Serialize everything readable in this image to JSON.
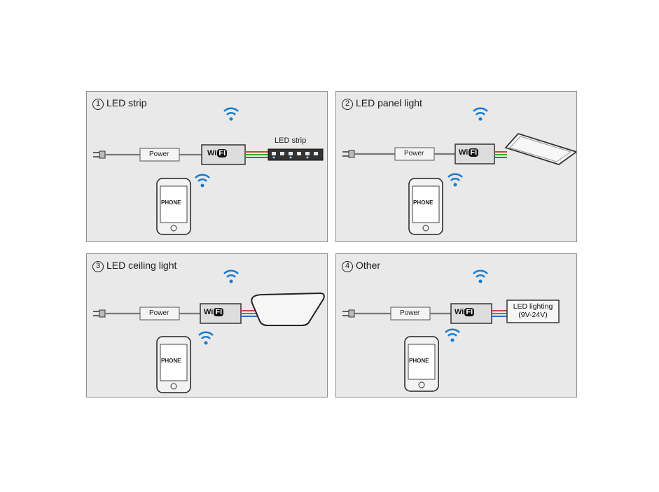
{
  "panels": [
    {
      "number": "1",
      "title": "LED strip",
      "target_label": "LED strip"
    },
    {
      "number": "2",
      "title": "LED panel light"
    },
    {
      "number": "3",
      "title": "LED ceiling light"
    },
    {
      "number": "4",
      "title": "Other",
      "target_lines": [
        "LED lighting",
        "(9V-24V)"
      ]
    }
  ],
  "labels": {
    "power": "Power",
    "phone": "PHONE",
    "wifi_left": "Wi",
    "wifi_right": "FI"
  },
  "colors": {
    "panel_bg": "#e9e9e9",
    "border": "#8e8e8e",
    "wifi_blue": "#1a7ad0"
  }
}
